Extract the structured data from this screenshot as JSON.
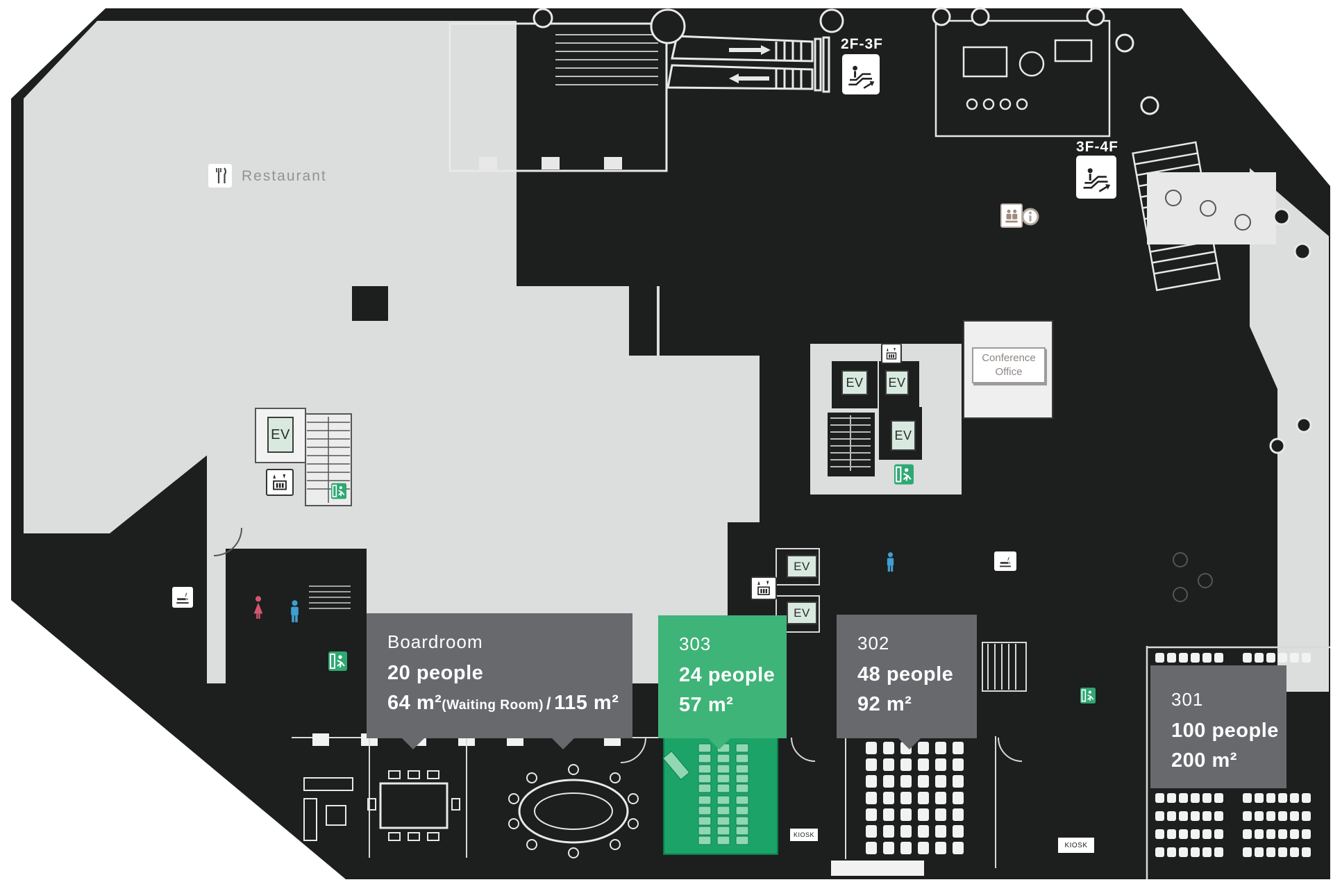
{
  "colors": {
    "plan_black": "#1d1e1e",
    "floor_gray": "#dbdedc",
    "tooltip_gray": "#67696c",
    "tooltip_green": "#3eb478",
    "room_highlight_green": "#1ca468",
    "seat_green": "#90d8b4",
    "ev_mint": "#d8eae0",
    "exit_green": "#2fa873",
    "female_pink": "#d4566e",
    "male_blue": "#3e9fd0"
  },
  "labels": {
    "restaurant": "Restaurant",
    "escalator_2f_3f": "2F-3F",
    "escalator_3f_4f": "3F-4F",
    "conference_office_line1": "Conference",
    "conference_office_line2": "Office",
    "ev": "EV",
    "kiosk": "KIOSK"
  },
  "rooms": {
    "boardroom": {
      "name": "Boardroom",
      "capacity": "20 people",
      "area_main": "64 m²",
      "area_note": "(Waiting Room)",
      "area_sep": "/",
      "area_total": "115 m²"
    },
    "r303": {
      "name": "303",
      "capacity": "24 people",
      "area": "57 m²"
    },
    "r302": {
      "name": "302",
      "capacity": "48 people",
      "area": "92 m²"
    },
    "r301": {
      "name": "301",
      "capacity": "100 people",
      "area": "200 m²"
    }
  }
}
